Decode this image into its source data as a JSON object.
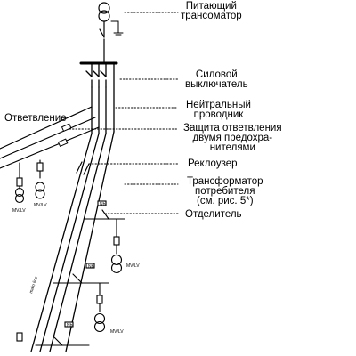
{
  "labels": {
    "supply_transformer": [
      "Питающий",
      "трансоматор"
    ],
    "power_switch": [
      "Силовой",
      "выключатель"
    ],
    "neutral_conductor": [
      "Нейтральный",
      "проводник"
    ],
    "branch_protection": [
      "Защита ответвления",
      "двумя предохра-",
      "нителями"
    ],
    "recloser": "Реклоузер",
    "consumer_transformer": [
      "Трансформатор",
      "потребителя",
      "(см. рис. 5*)"
    ],
    "sectionalizer": "Отделитель",
    "branch": "Ответвление"
  },
  "device_tags": {
    "mvlv": "MV/LV",
    "nb": "Nb",
    "main_line": "main line"
  },
  "colors": {
    "line": "#000000",
    "background": "#ffffff"
  },
  "icons": [
    "transformer-symbol",
    "fuse-symbol",
    "switch-symbol",
    "ground-symbol"
  ]
}
